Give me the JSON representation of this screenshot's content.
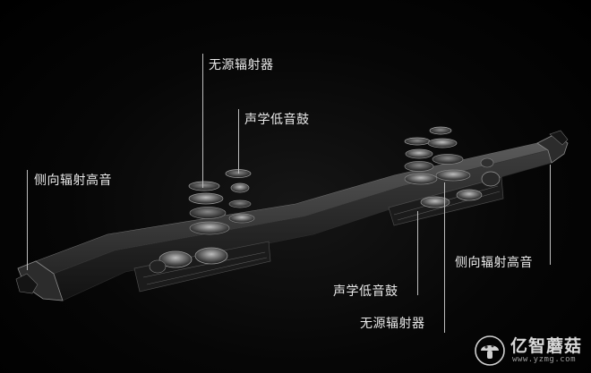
{
  "callouts": {
    "top_passive_radiator": "无源辐射器",
    "top_woofer": "声学低音鼓",
    "left_side_tweeter": "侧向辐射高音",
    "right_side_tweeter": "侧向辐射高音",
    "bottom_woofer": "声学低音鼓",
    "bottom_passive_radiator": "无源辐射器"
  },
  "watermark": {
    "name": "亿智蘑菇",
    "url": "www.yzmg.com"
  }
}
